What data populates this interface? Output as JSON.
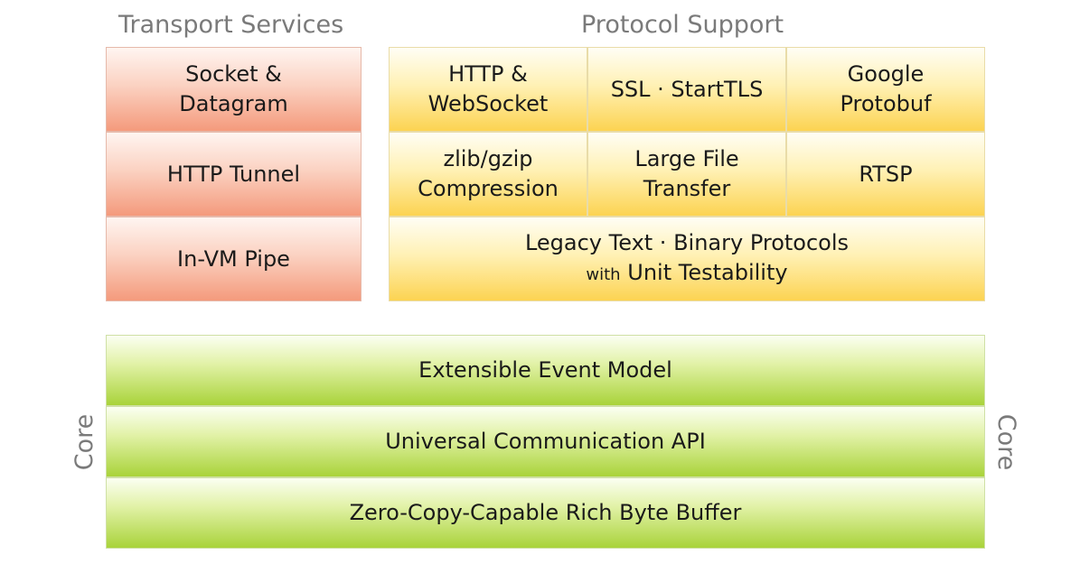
{
  "headings": {
    "transport": "Transport Services",
    "protocol": "Protocol Support",
    "core_left": "Core",
    "core_right": "Core"
  },
  "transport": {
    "socket_line1": "Socket &",
    "socket_line2": "Datagram",
    "http_tunnel": "HTTP Tunnel",
    "in_vm_pipe": "In-VM Pipe"
  },
  "protocol": {
    "http_line1": "HTTP &",
    "http_line2": "WebSocket",
    "ssl": "SSL · StartTLS",
    "protobuf_line1": "Google",
    "protobuf_line2": "Protobuf",
    "zlib_line1": "zlib/gzip",
    "zlib_line2": "Compression",
    "largefile_line1": "Large File",
    "largefile_line2": "Transfer",
    "rtsp": "RTSP",
    "legacy_line1": "Legacy Text · Binary Protocols",
    "legacy_with": "with",
    "legacy_line2": "Unit Testability"
  },
  "core": {
    "event_model": "Extensible Event Model",
    "comm_api": "Universal Communication API",
    "byte_buffer": "Zero-Copy-Capable Rich Byte Buffer"
  },
  "colors": {
    "transport": "#f49a7c",
    "protocol": "#fcd351",
    "core": "#a9d33a",
    "heading_text": "#7a7a7a"
  }
}
